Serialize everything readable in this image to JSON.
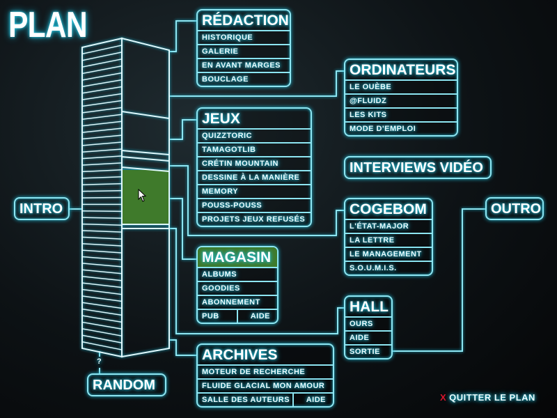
{
  "title": "PLAN",
  "sections": {
    "redaction": {
      "title": "RÉDACTION",
      "items": [
        "HISTORIQUE",
        "GALERIE",
        "EN AVANT MARGES",
        "BOUCLAGE"
      ]
    },
    "ordinateurs": {
      "title": "ORDINATEURS",
      "items": [
        "LE OUÈBE",
        "@FLUIDZ",
        "LES KITS",
        "MODE D'EMPLOI"
      ]
    },
    "jeux": {
      "title": "JEUX",
      "items": [
        "QUIZZTORIC",
        "TAMAGOTLIB",
        "CRÉTIN MOUNTAIN",
        "DESSINE À LA MANIÈRE",
        "MEMORY",
        "POUSS-POUSS",
        "PROJETS JEUX REFUSÉS"
      ]
    },
    "interviews": {
      "title": "INTERVIEWS VIDÉO"
    },
    "cogebom": {
      "title": "COGEBOM",
      "items": [
        "L'ÉTAT-MAJOR",
        "LA LETTRE",
        "LE MANAGEMENT",
        "S.O.U.M.I.S."
      ]
    },
    "magasin": {
      "title": "MAGASIN",
      "items": [
        "ALBUMS",
        "GOODIES",
        "ABONNEMENT"
      ],
      "last_left": "PUB",
      "last_right": "AIDE"
    },
    "hall": {
      "title": "HALL",
      "items": [
        "OURS",
        "AIDE",
        "SORTIE"
      ]
    },
    "archives": {
      "title": "ARCHIVES",
      "items": [
        "MOTEUR DE RECHERCHE",
        "FLUIDE GLACIAL MON AMOUR"
      ],
      "last_left": "SALLE DES AUTEURS",
      "last_right": "AIDE"
    },
    "intro": {
      "title": "INTRO"
    },
    "outro": {
      "title": "OUTRO"
    },
    "random": {
      "title": "RANDOM",
      "hint": "?"
    }
  },
  "quit": {
    "icon": "X",
    "label": "QUITTER LE PLAN"
  },
  "colors": {
    "line": "#8ee6f2",
    "glow": "#1fb4cf",
    "highlight": "#3f7a2b",
    "quit_x": "#d8142c"
  }
}
